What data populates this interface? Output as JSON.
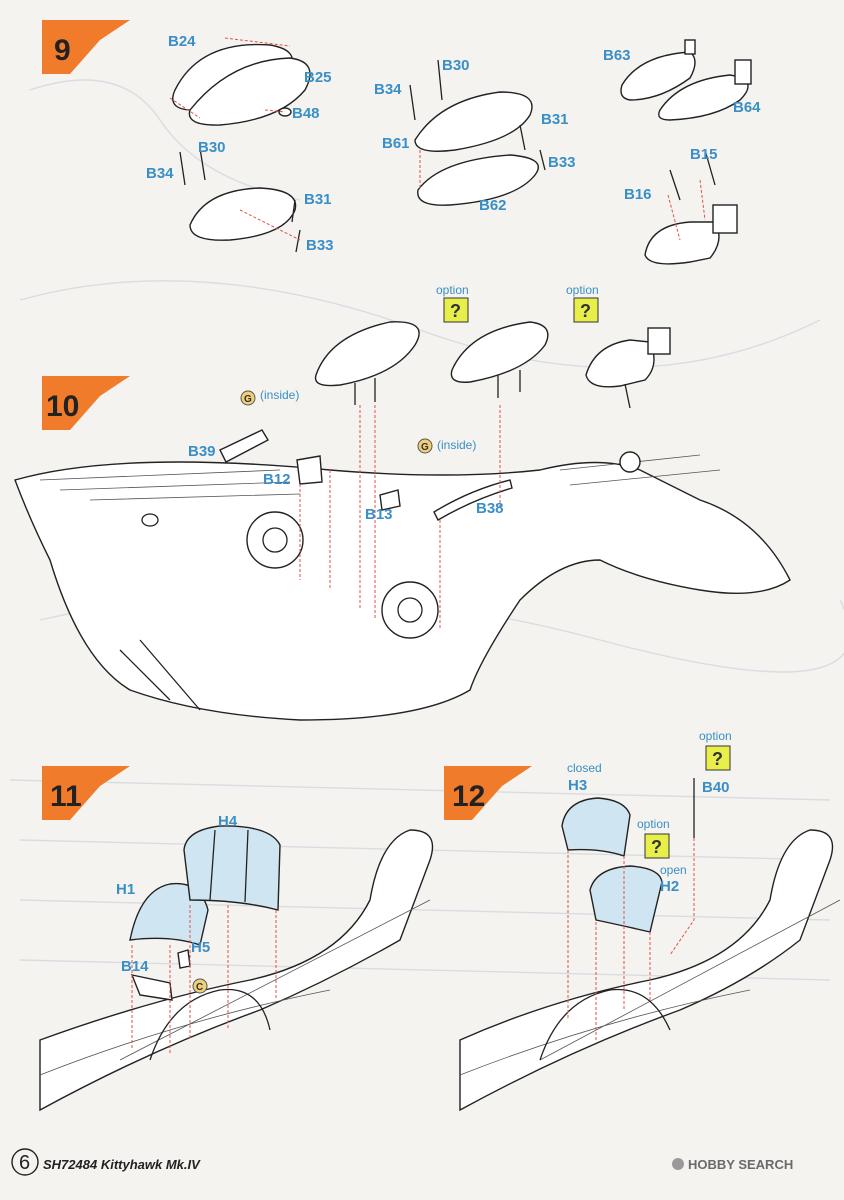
{
  "steps": [
    {
      "number": "9"
    },
    {
      "number": "10"
    },
    {
      "number": "11"
    },
    {
      "number": "12"
    }
  ],
  "step9": {
    "labels": [
      "B24",
      "B25",
      "B48",
      "B34",
      "B30",
      "B31",
      "B33",
      "B34",
      "B30",
      "B31",
      "B61",
      "B33",
      "B62",
      "B63",
      "B64",
      "B15",
      "B16"
    ]
  },
  "step10": {
    "option_label": "option",
    "option_icon": "?",
    "inside_label": "(inside)",
    "glue_marker": "G",
    "labels": [
      "B39",
      "B12",
      "B13",
      "B38"
    ]
  },
  "step11": {
    "labels": [
      "H4",
      "H1",
      "H5",
      "B14"
    ],
    "clear_marker": "C"
  },
  "step12": {
    "closed_label": "closed",
    "open_label": "open",
    "option_label": "option",
    "option_icon": "?",
    "labels": [
      "H3",
      "H2",
      "B40"
    ]
  },
  "footer": {
    "page_number": "6",
    "title": "SH72484 Kittyhawk Mk.IV",
    "watermark": "HOBBY SEARCH"
  },
  "colors": {
    "step_flag": "#f07b2b",
    "label_blue": "#3a8fc6",
    "arrow_red": "#e0524a",
    "option_yellow": "#e9ef4a",
    "canopy_glass": "#cfe5f2"
  }
}
